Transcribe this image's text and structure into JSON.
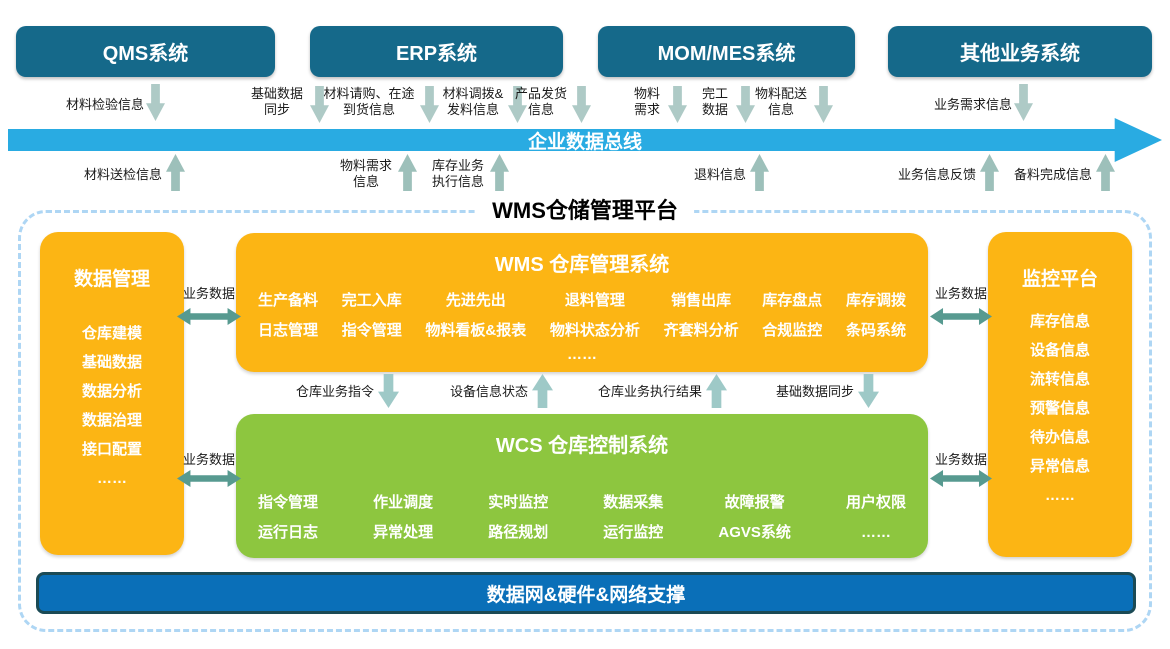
{
  "platform": {
    "title": "WMS仓储管理平台"
  },
  "bus": {
    "label": "企业数据总线"
  },
  "bottom_bar": {
    "label": "数据网&硬件&网络支撑"
  },
  "top_systems": [
    {
      "label": "QMS系统"
    },
    {
      "label": "ERP系统"
    },
    {
      "label": "MOM/MES系统"
    },
    {
      "label": "其他业务系统"
    }
  ],
  "flows_down": [
    {
      "label": "材料检验信息"
    },
    {
      "label": "基础数据同步"
    },
    {
      "label": "材料请购、在途到货信息"
    },
    {
      "label": "材料调拨&发料信息"
    },
    {
      "label": "产品发货信息"
    },
    {
      "label": "物料需求"
    },
    {
      "label": "完工数据"
    },
    {
      "label": "物料配送信息"
    },
    {
      "label": "业务需求信息"
    }
  ],
  "flows_up": [
    {
      "label": "材料送检信息"
    },
    {
      "label": "物料需求信息"
    },
    {
      "label": "库存业务执行信息"
    },
    {
      "label": "退料信息"
    },
    {
      "label": "业务信息反馈"
    },
    {
      "label": "备料完成信息"
    }
  ],
  "data_management": {
    "title": "数据管理",
    "items": [
      "仓库建模",
      "基础数据",
      "数据分析",
      "数据治理",
      "接口配置",
      "……"
    ]
  },
  "wms": {
    "title": "WMS 仓库管理系统",
    "columns": [
      [
        "生产备料",
        "日志管理"
      ],
      [
        "完工入库",
        "指令管理"
      ],
      [
        "先进先出",
        "物料看板&报表"
      ],
      [
        "退料管理",
        "物料状态分析"
      ],
      [
        "销售出库",
        "齐套料分析"
      ],
      [
        "库存盘点",
        "合规监控"
      ],
      [
        "库存调拨",
        "条码系统"
      ]
    ],
    "more": "……"
  },
  "mid_flows": [
    {
      "label": "仓库业务指令",
      "direction": "down"
    },
    {
      "label": "设备信息状态",
      "direction": "up"
    },
    {
      "label": "仓库业务执行结果",
      "direction": "up"
    },
    {
      "label": "基础数据同步",
      "direction": "down"
    }
  ],
  "wcs": {
    "title": "WCS 仓库控制系统",
    "columns": [
      [
        "指令管理",
        "运行日志"
      ],
      [
        "作业调度",
        "异常处理"
      ],
      [
        "实时监控",
        "路径规划"
      ],
      [
        "数据采集",
        "运行监控"
      ],
      [
        "故障报警",
        "AGVS系统"
      ],
      [
        "用户权限",
        "……"
      ]
    ]
  },
  "monitor": {
    "title": "监控平台",
    "items": [
      "库存信息",
      "设备信息",
      "流转信息",
      "预警信息",
      "待办信息",
      "异常信息",
      "……"
    ]
  },
  "side_links": {
    "label": "业务数据"
  },
  "colors": {
    "system_box": "#15698a",
    "bus": "#29abe2",
    "orange_panel": "#fcb514",
    "green_panel": "#8dc63f",
    "bottom_bar": "#0a6fb8",
    "arrow_light": "#aecac6",
    "arrow_double": "#579a90",
    "dashed_border": "#aed6f4"
  }
}
